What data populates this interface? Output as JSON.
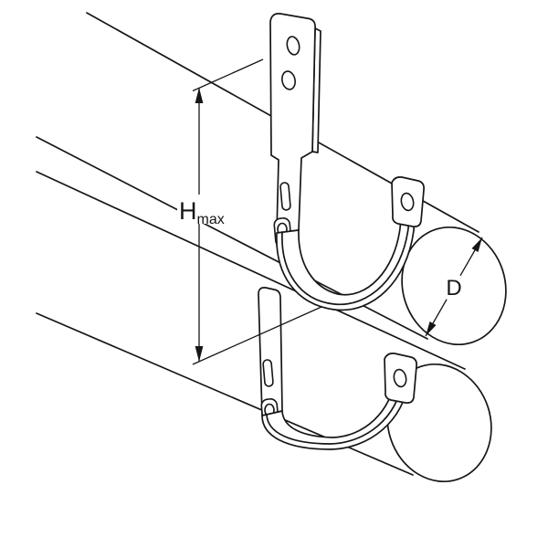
{
  "colors": {
    "line": "#161616",
    "background": "#ffffff"
  },
  "labels": {
    "h_dimension": {
      "symbol": "H",
      "subscript": "max"
    },
    "d_dimension": {
      "symbol": "D"
    }
  }
}
